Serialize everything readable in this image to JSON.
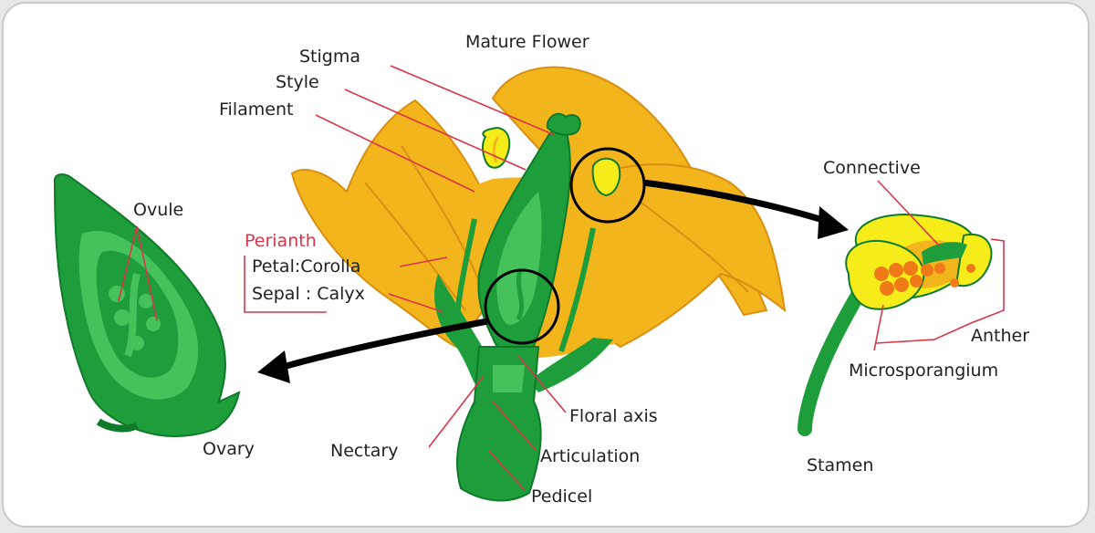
{
  "title": "Mature Flower",
  "colors": {
    "petal": "#f2b51c",
    "petal_dark": "#d98f12",
    "green": "#1d9e3a",
    "green_light": "#45c35a",
    "green_dark": "#0f7a2a",
    "anther_yellow": "#f5ec1a",
    "microsporangium": "#f07a18",
    "leader_line": "#d9354a",
    "arrow": "#000000"
  },
  "labels": {
    "stigma": "Stigma",
    "style": "Style",
    "filament": "Filament",
    "perianth": "Perianth",
    "petal": "Petal:Corolla",
    "sepal": "Sepal : Calyx",
    "nectary": "Nectary",
    "floral_axis": "Floral axis",
    "articulation": "Articulation",
    "pedicel": "Pedicel",
    "ovule": "Ovule",
    "ovary": "Ovary",
    "connective": "Connective",
    "anther": "Anther",
    "microsporangium": "Microsporangium",
    "stamen": "Stamen"
  }
}
